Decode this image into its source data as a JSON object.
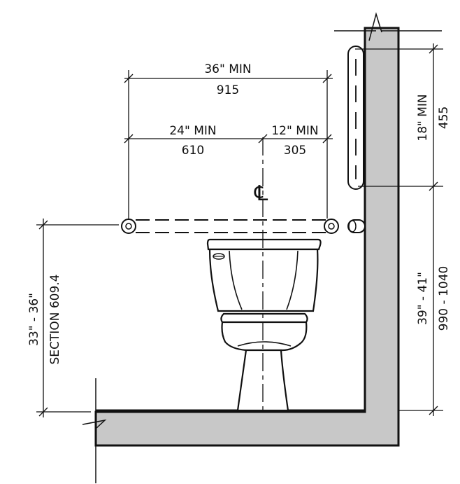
{
  "dimensions": {
    "overall_width": {
      "imperial": "36\" MIN",
      "metric": "915"
    },
    "rear_left": {
      "imperial": "24\" MIN",
      "metric": "610"
    },
    "rear_right": {
      "imperial": "12\" MIN",
      "metric": "305"
    },
    "side_bar_vertical": {
      "imperial": "18\" MIN",
      "metric": "455"
    },
    "side_bar_height": {
      "imperial": "39\" - 41\"",
      "metric": "990 - 1040"
    },
    "rear_bar_height": {
      "imperial": "33\" - 36\"",
      "reference": "SECTION 609.4"
    }
  },
  "centerline_symbol": "℄",
  "colors": {
    "line": "#111111",
    "wall_fill": "#c8c8c8",
    "background": "#ffffff"
  }
}
